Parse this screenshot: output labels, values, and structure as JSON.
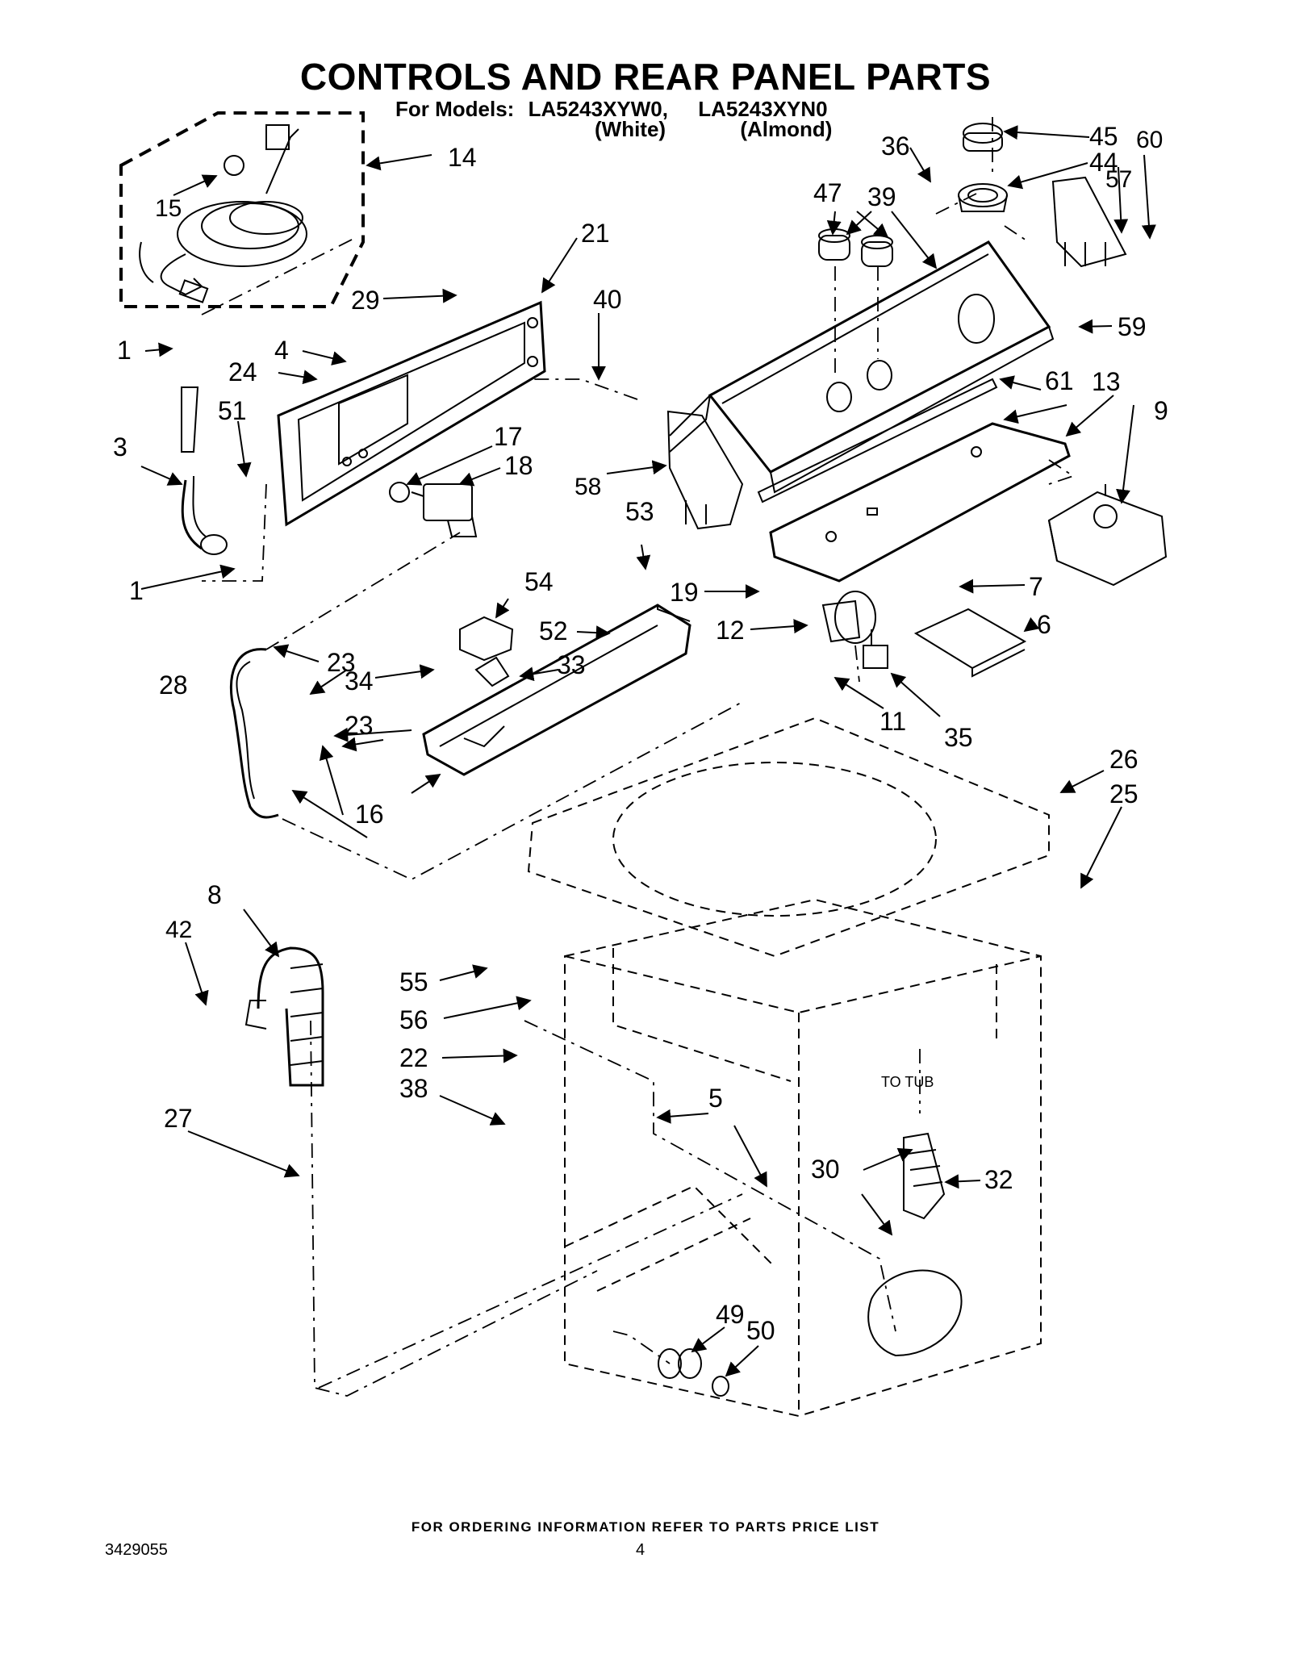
{
  "header": {
    "title": "CONTROLS AND REAR PANEL PARTS",
    "models_prefix": "For Models:",
    "model_1": "LA5243XYW0,",
    "model_2": "LA5243XYN0",
    "variant_1": "(White)",
    "variant_2": "(Almond)"
  },
  "callouts": {
    "c1a": "1",
    "c1b": "1",
    "c3": "3",
    "c4": "4",
    "c5": "5",
    "c6": "6",
    "c7": "7",
    "c8": "8",
    "c9": "9",
    "c11": "11",
    "c12": "12",
    "c13": "13",
    "c14": "14",
    "c15": "15",
    "c16": "16",
    "c17": "17",
    "c18": "18",
    "c19": "19",
    "c21": "21",
    "c22": "22",
    "c23a": "23",
    "c23b": "23",
    "c24": "24",
    "c25": "25",
    "c26": "26",
    "c27": "27",
    "c28": "28",
    "c29": "29",
    "c30": "30",
    "c32": "32",
    "c33": "33",
    "c34": "34",
    "c35": "35",
    "c36": "36",
    "c38": "38",
    "c39": "39",
    "c40": "40",
    "c42": "42",
    "c44": "44",
    "c45": "45",
    "c47": "47",
    "c49": "49",
    "c50": "50",
    "c51": "51",
    "c52": "52",
    "c53": "53",
    "c54": "54",
    "c55": "55",
    "c56": "56",
    "c57": "57",
    "c58": "58",
    "c59": "59",
    "c60": "60",
    "c61": "61"
  },
  "annotations": {
    "to_tub": "TO TUB"
  },
  "footer": {
    "note": "FOR ORDERING INFORMATION REFER TO PARTS PRICE LIST",
    "doc_id": "3429055",
    "page": "4"
  }
}
